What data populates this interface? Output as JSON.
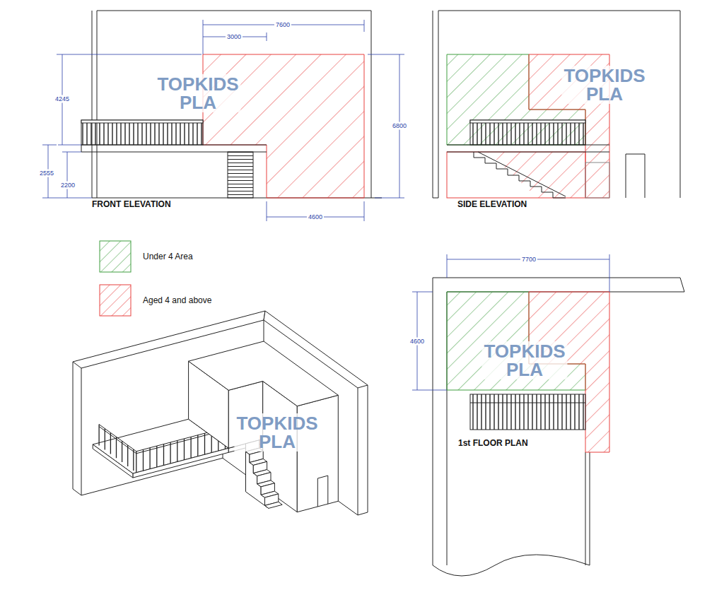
{
  "diagram": {
    "labels": [
      "7600",
      "3000",
      "4245",
      "2555",
      "2200",
      "6800",
      "4600",
      "FRONT ELEVATION",
      "SIDE ELEVATION",
      "7700",
      "4600",
      "1st FLOOR PLAN",
      "TOPKIDS PLA",
      "TOPKIDS PLA",
      "TOPKIDS PLA",
      "TOPKIDS PLA"
    ],
    "legend": [
      {
        "text": "Under 4 Area",
        "color": "#3f9e3f"
      },
      {
        "text": "Aged 4 and above",
        "color": "#e8403f"
      }
    ]
  }
}
